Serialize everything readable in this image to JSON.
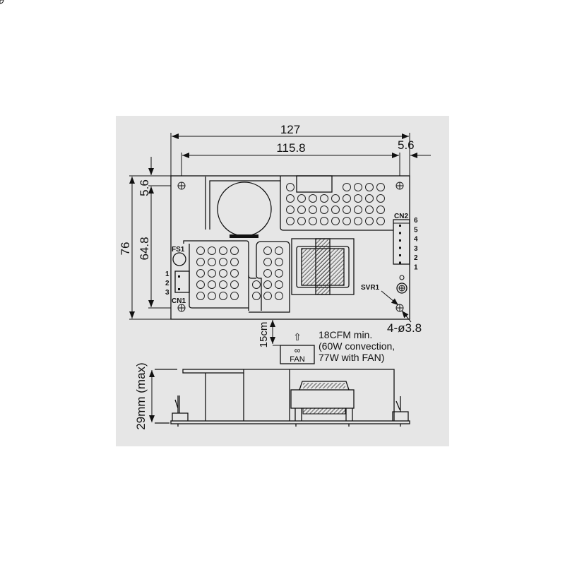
{
  "top_view": {
    "width_overall": "127",
    "hole_spacing_x": "115.8",
    "hole_offset_right": "5.6",
    "height_overall": "76",
    "hole_spacing_y": "64.8",
    "hole_offset_top": "5.6",
    "mounting_holes": "4-ø3.8",
    "labels": {
      "fuse": "FS1",
      "cn1": "CN1",
      "cn2": "CN2",
      "svr": "SVR1"
    },
    "cn1_pins": [
      "1",
      "2",
      "3"
    ],
    "cn2_pins": [
      "6",
      "5",
      "4",
      "3",
      "2",
      "1"
    ]
  },
  "fan": {
    "distance": "15cm",
    "arrow": "⇧",
    "fan_symbol": "∞",
    "label": "FAN",
    "notes": [
      "18CFM min.",
      "(60W convection,",
      "77W with FAN)"
    ]
  },
  "side_view": {
    "height": "29mm (max)"
  }
}
